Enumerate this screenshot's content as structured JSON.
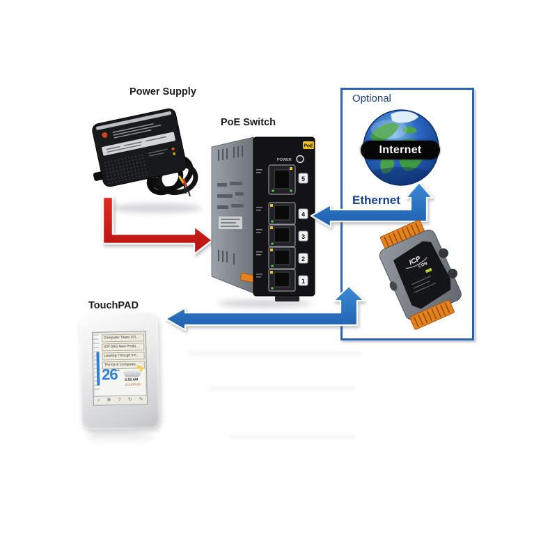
{
  "canvas": {
    "background": "#ffffff"
  },
  "labels": {
    "power_supply": "Power Supply",
    "poe_switch": "PoE Switch",
    "touchpad": "TouchPAD"
  },
  "optional_group": {
    "title": "Optional",
    "internet_label": "Internet",
    "ethernet_label": "Ethernet",
    "border_color": "#2e64ad",
    "title_color": "#1e3d7a",
    "ethernet_text_color": "#16418f"
  },
  "arrows": {
    "power_to_switch_color": "#d11e1e",
    "ethernet_arrow_color": "#2273c4",
    "module_to_touchpad_color": "#2273c4"
  },
  "poe_switch": {
    "badge": "PoE",
    "badge_color": "#f2c71d",
    "power_label": "POWER",
    "ports": [
      "5",
      "4",
      "3",
      "2",
      "1"
    ]
  },
  "icp_module": {
    "brand_line1": "ICP",
    "brand_line2": "CON",
    "connector_color": "#e5821f"
  },
  "touchpad": {
    "headlines": [
      "Computex Taipei 201...",
      "ICP DAS New Produ...",
      "Leading Through Inn...",
      "The hit of Computex..."
    ],
    "temperature": "26",
    "degree_symbol": "°",
    "time": "8:56 AM",
    "date": "2013/06/20",
    "accent_color": "#2f80d2",
    "toolbar_icons": [
      "♪",
      "❀",
      "?",
      "↻",
      "✎"
    ]
  }
}
